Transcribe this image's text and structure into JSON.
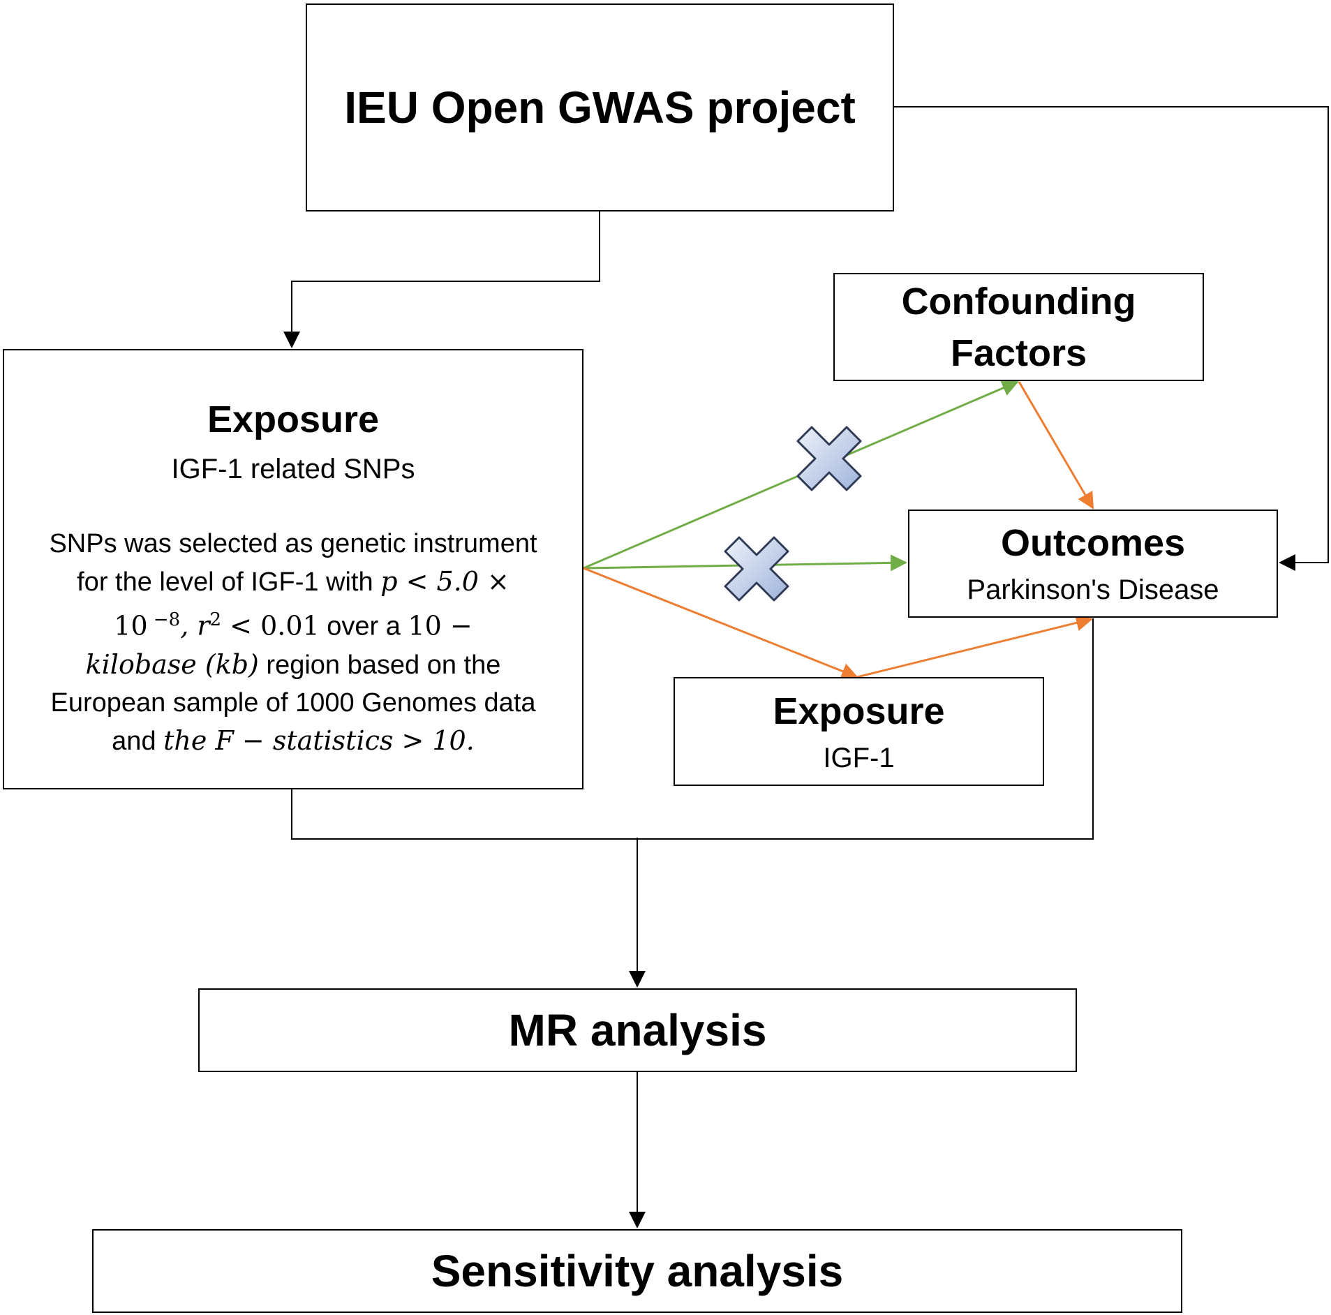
{
  "boxes": {
    "ieu": {
      "title": "IEU Open GWAS project"
    },
    "confounding": {
      "line1": "Confounding",
      "line2": "Factors"
    },
    "exposure_snps": {
      "title": "Exposure",
      "subtitle": "IGF-1 related SNPs",
      "description": {
        "l1": "SNPs was selected as genetic instrument",
        "l2_text": "for the level of IGF-1 with ",
        "l2_math": "p < 5.0 ×",
        "l3_math_a": "10",
        "l3_sup_a": " −8",
        "l3_math_b": ", r",
        "l3_sup_b": "2",
        "l3_math_c": " < 0.01",
        "l3_text": " over a ",
        "l3_math_d": "10 −",
        "l4_math": "kilobase (kb)",
        "l4_text": " region based on the",
        "l5": "European sample of 1000 Genomes data",
        "l6_text": "and ",
        "l6_math": "the F − statistics > 10."
      }
    },
    "outcomes": {
      "title": "Outcomes",
      "subtitle": "Parkinson's Disease"
    },
    "exposure_igf": {
      "title": "Exposure",
      "subtitle": "IGF-1"
    },
    "mr": {
      "title": "MR analysis"
    },
    "sensitivity": {
      "title": "Sensitivity analysis"
    }
  },
  "colors": {
    "black_line": "#000000",
    "green_arrow": "#70AD47",
    "orange_arrow": "#ED7D31",
    "cross_fill": "#C9D6EE",
    "cross_stroke": "#2F3B55"
  }
}
